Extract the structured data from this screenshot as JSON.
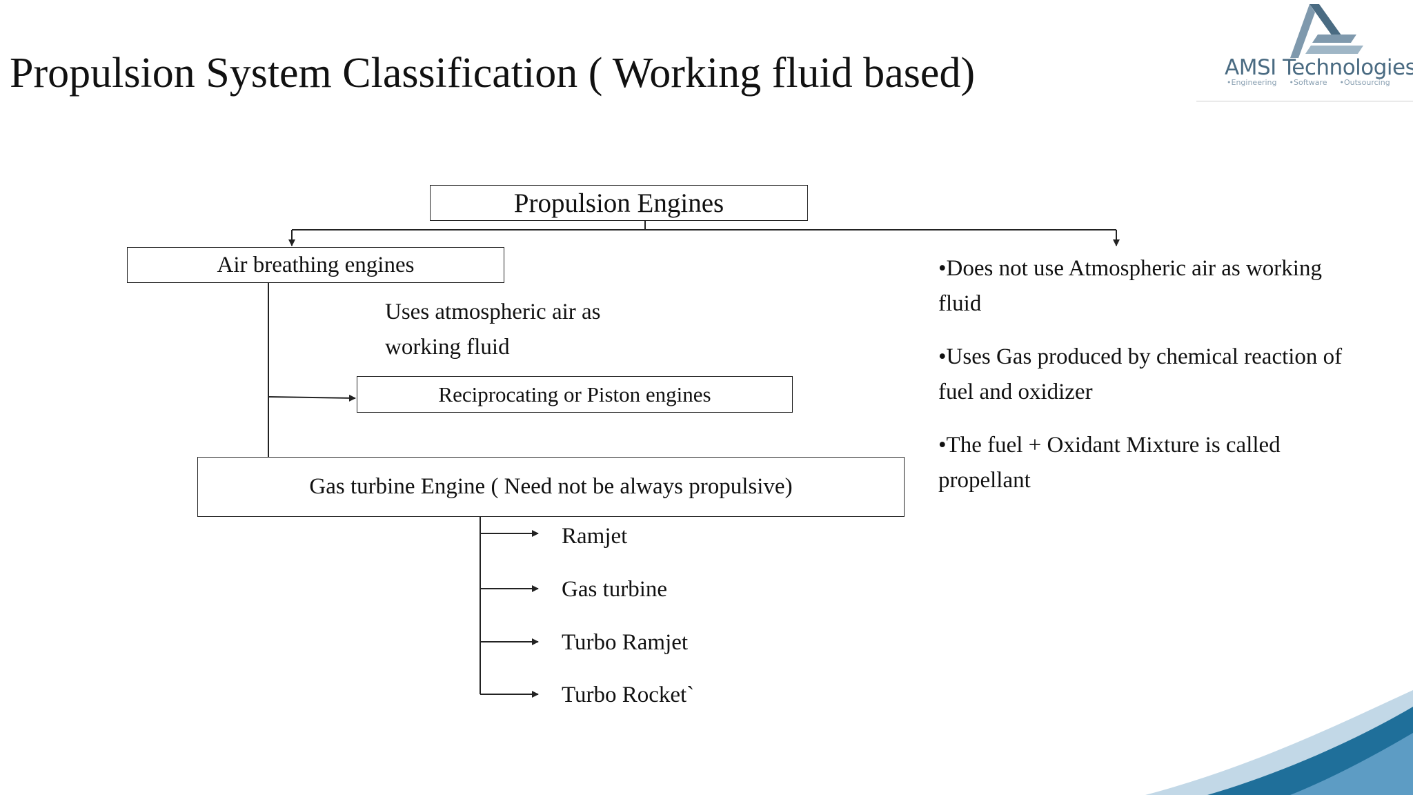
{
  "slide": {
    "title": "Propulsion System Classification ( Working fluid based)"
  },
  "logo": {
    "name": "AMSI Technologies",
    "tagline": [
      "•Engineering",
      "•Software",
      "•Outsourcing"
    ],
    "colors": {
      "dark": "#4a6b82",
      "light": "#7f99ad"
    }
  },
  "diagram": {
    "root": "Propulsion Engines",
    "air_breathing": {
      "label": "Air breathing engines",
      "note_lines": [
        "Uses atmospheric air as",
        "working fluid"
      ],
      "reciprocating": "Reciprocating or Piston engines",
      "gas_turbine": "Gas turbine Engine ( Need not be always propulsive)",
      "gas_turbine_types": [
        "Ramjet",
        "Gas turbine",
        "Turbo Ramjet",
        "Turbo Rocket`"
      ]
    },
    "non_air_breathing": {
      "bullets": [
        [
          "•Does not use Atmospheric air as working",
          "fluid"
        ],
        [
          "•Uses Gas produced by chemical reaction of",
          "fuel and oxidizer"
        ],
        [
          "•The fuel + Oxidant Mixture is called",
          "propellant"
        ]
      ]
    }
  },
  "colors": {
    "text": "#111111",
    "line": "#222222",
    "accent_dark": "#1f6f9a",
    "accent_light": "#8fb8d4"
  }
}
